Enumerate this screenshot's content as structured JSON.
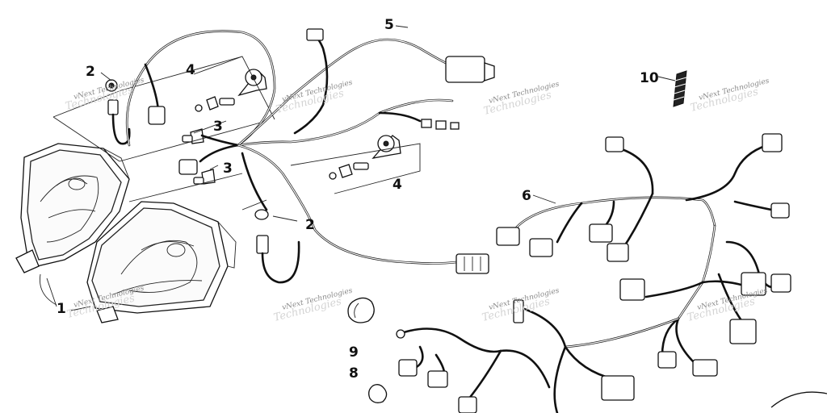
{
  "diagram": {
    "callouts": [
      "1",
      "2",
      "2",
      "3",
      "3",
      "4",
      "4",
      "5",
      "6",
      "8",
      "9",
      "10"
    ],
    "watermark": "vNext Technologies"
  }
}
